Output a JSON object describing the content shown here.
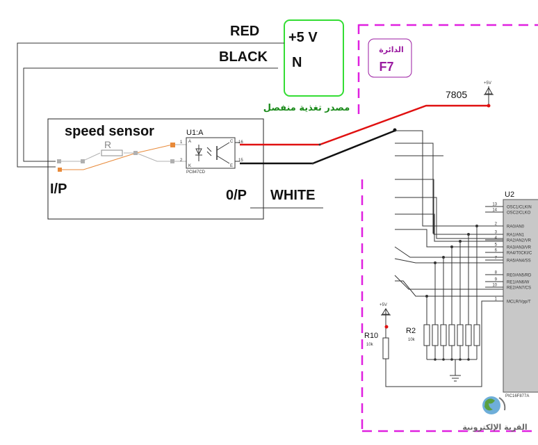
{
  "colors": {
    "red_wire": "#e01010",
    "black_wire": "#111111",
    "supply_box": "#33dd33",
    "circuit_border": "#e020e0",
    "label_purple": "#9a1aa0",
    "arabic_green": "#1a8a1a",
    "sensor_wire": "#e88a3a",
    "gray_wire": "#b0b0b0"
  },
  "supply": {
    "red_label": "RED",
    "black_label": "BLACK",
    "plus5": "+5 V",
    "neutral": "N",
    "arabic_caption": "مصدر تغذية منفصل"
  },
  "circuit_tag": {
    "arabic": "الدائرة",
    "code": "F7"
  },
  "regulator": {
    "label": "7805",
    "vcc": "+5V"
  },
  "sensor": {
    "title": "speed sensor",
    "resistor": "R",
    "part": "U1:A",
    "part_model": "PC847CD",
    "pin1": "1",
    "pin2": "2",
    "pin16": "16",
    "pin15": "15",
    "pinA": "A",
    "pinK": "K",
    "pinC": "C",
    "pinE": "E",
    "input": "I/P",
    "output": "0/P",
    "white": "WHITE"
  },
  "mcu": {
    "ref": "U2",
    "model": "PIC16F877A",
    "pins": [
      {
        "num": "13",
        "name": "OSC1/CLKIN"
      },
      {
        "num": "14",
        "name": "OSC2/CLKO"
      },
      {
        "num": "2",
        "name": "RA0/AN0"
      },
      {
        "num": "3",
        "name": "RA1/AN1"
      },
      {
        "num": "4",
        "name": "RA2/AN2/VR"
      },
      {
        "num": "5",
        "name": "RA3/AN3/VR"
      },
      {
        "num": "6",
        "name": "RA4/T0CKI/C"
      },
      {
        "num": "7",
        "name": "RA5/AN4/SS"
      },
      {
        "num": "8",
        "name": "RE0/AN5/RD"
      },
      {
        "num": "9",
        "name": "RE1/AN6/W"
      },
      {
        "num": "10",
        "name": "RE2/AN7/CS"
      },
      {
        "num": "1",
        "name": "MCLR/Vpp/T"
      }
    ]
  },
  "r10": {
    "ref": "R10",
    "value": "10k",
    "vcc": "+5V"
  },
  "r2": {
    "ref": "R2",
    "value": "10k"
  },
  "watermark": {
    "arabic": "القرية الإلكترونية"
  }
}
